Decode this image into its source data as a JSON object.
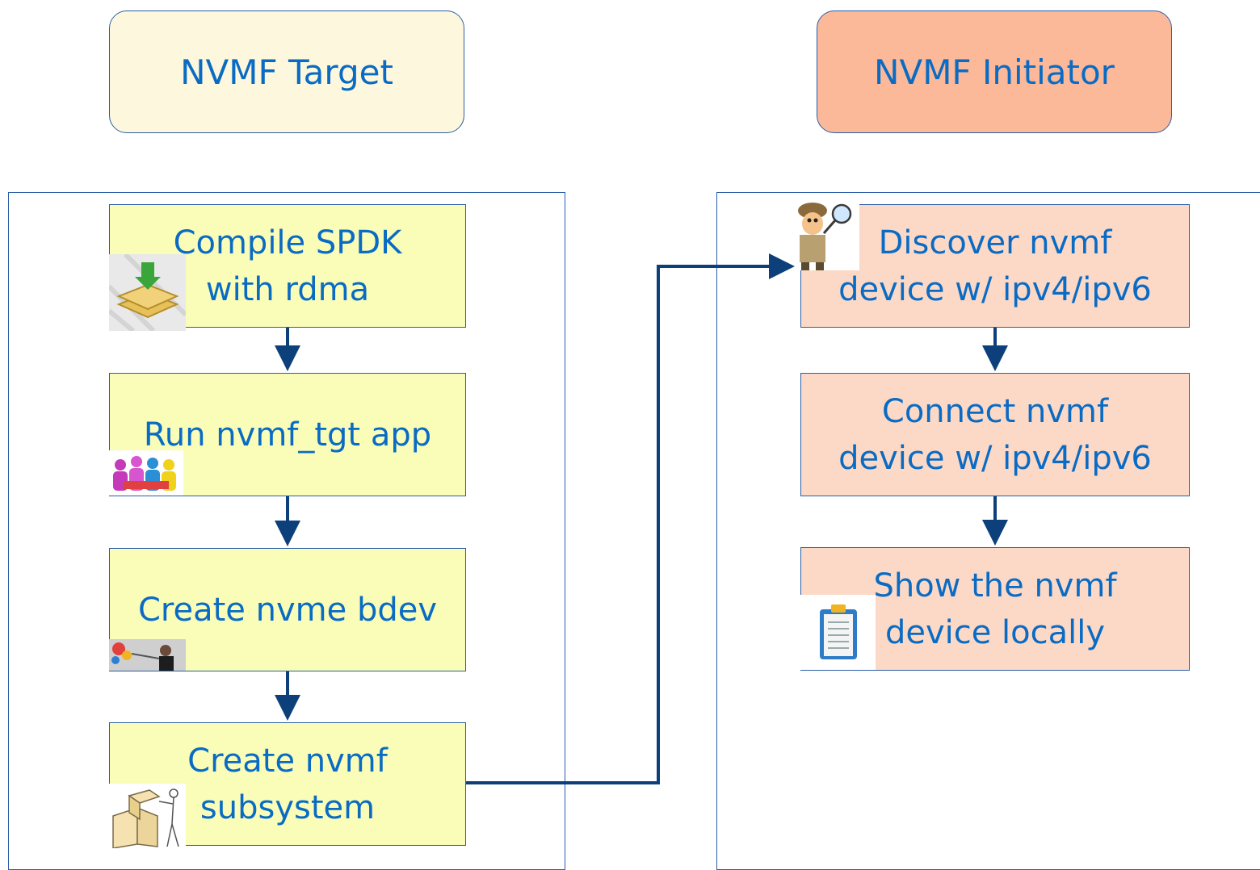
{
  "headers": {
    "target": "NVMF Target",
    "initiator": "NVMF Initiator"
  },
  "target_steps": [
    {
      "line1": "Compile SPDK",
      "line2": "with rdma"
    },
    {
      "line1": "Run nvmf_tgt app",
      "line2": ""
    },
    {
      "line1": "Create nvme bdev",
      "line2": ""
    },
    {
      "line1": "Create nvmf",
      "line2": "subsystem"
    }
  ],
  "initiator_steps": [
    {
      "line1": "Discover nvmf",
      "line2": "device w/ ipv4/ipv6"
    },
    {
      "line1": "Connect nvmf",
      "line2": "device w/ ipv4/ipv6"
    },
    {
      "line1": "Show the nvmf",
      "line2": "device locally"
    }
  ],
  "colors": {
    "text": "#0a6bc4",
    "border": "#2a5ea8",
    "arrow": "#0d3f7a",
    "target_header_bg": "#fdf8dd",
    "initiator_header_bg": "#fbb99a",
    "target_step_bg": "#f9fdb7",
    "initiator_step_bg": "#fcd9c6"
  },
  "icons": {
    "compile": "download-layers-icon",
    "run": "team-puzzle-icon",
    "create_bdev": "paint-person-icon",
    "create_subsystem": "boxes-person-icon",
    "discover": "detective-magnifier-icon",
    "show": "clipboard-icon"
  }
}
